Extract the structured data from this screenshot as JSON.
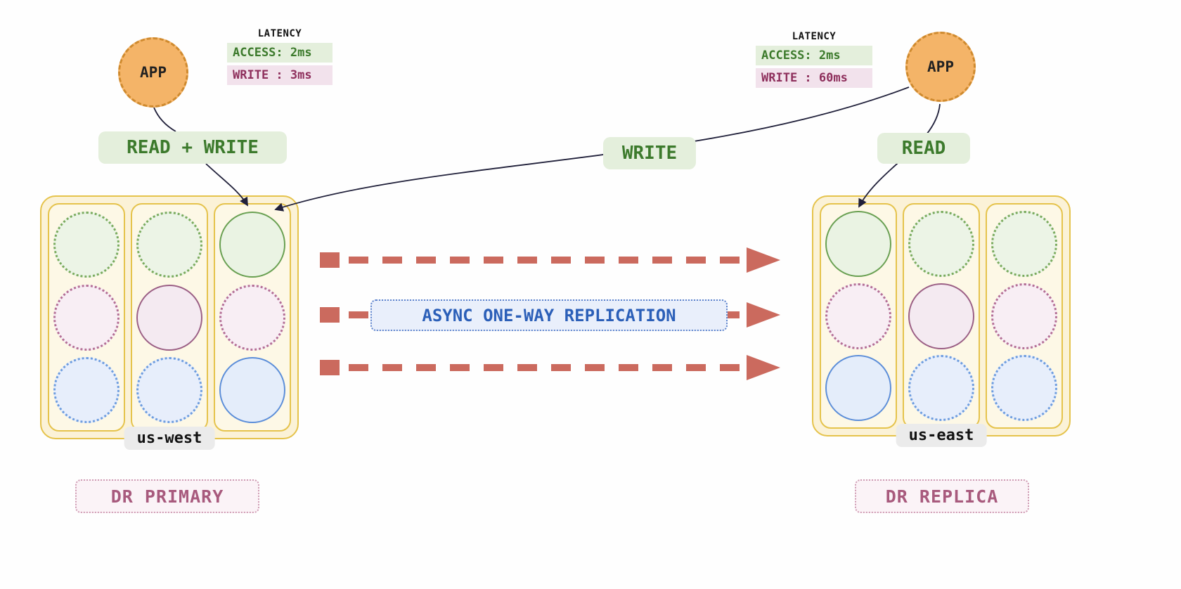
{
  "colors": {
    "app_fill": "#f4b468",
    "app_border": "#cf8a2e",
    "green_bg": "#e4efdc",
    "green_text": "#3c7a2c",
    "pink_bg": "#f2e2ec",
    "maroon_text": "#8e2f5c",
    "blue_bg": "#e9effb",
    "blue_text": "#2b5fb8",
    "blue_border": "#5d83cc",
    "cluster_fill": "#fbf2d7",
    "cluster_border": "#e5c34c",
    "col_fill": "#fdf8e6",
    "region_bg": "#ebebeb",
    "role_text": "#a85a7d",
    "role_bg": "#fbf3f7",
    "role_border": "#cf9bb3",
    "arrow_red": "#cb6a5e",
    "ink": "#20203a"
  },
  "left": {
    "app": "APP",
    "latency_title": "LATENCY",
    "latency_access": "ACCESS: 2ms",
    "latency_write": "WRITE : 3ms",
    "action": "READ + WRITE",
    "region": "us-west",
    "role": "DR PRIMARY"
  },
  "right": {
    "app": "APP",
    "latency_title": "LATENCY",
    "latency_access": "ACCESS: 2ms",
    "latency_write": "WRITE : 60ms",
    "action": "READ",
    "region": "us-east",
    "role": "DR REPLICA"
  },
  "center": {
    "write": "WRITE",
    "replication": "ASYNC ONE-WAY REPLICATION"
  },
  "clusters": {
    "left": [
      [
        "green-dotted",
        "pink-dotted",
        "blue-dotted"
      ],
      [
        "green-dotted",
        "purple-solid",
        "blue-dotted"
      ],
      [
        "green-solid",
        "pink-dotted",
        "blue-solid"
      ]
    ],
    "right": [
      [
        "green-solid",
        "pink-dotted",
        "blue-solid"
      ],
      [
        "green-dotted",
        "purple-solid",
        "blue-dotted"
      ],
      [
        "green-dotted",
        "pink-dotted",
        "blue-dotted"
      ]
    ]
  }
}
